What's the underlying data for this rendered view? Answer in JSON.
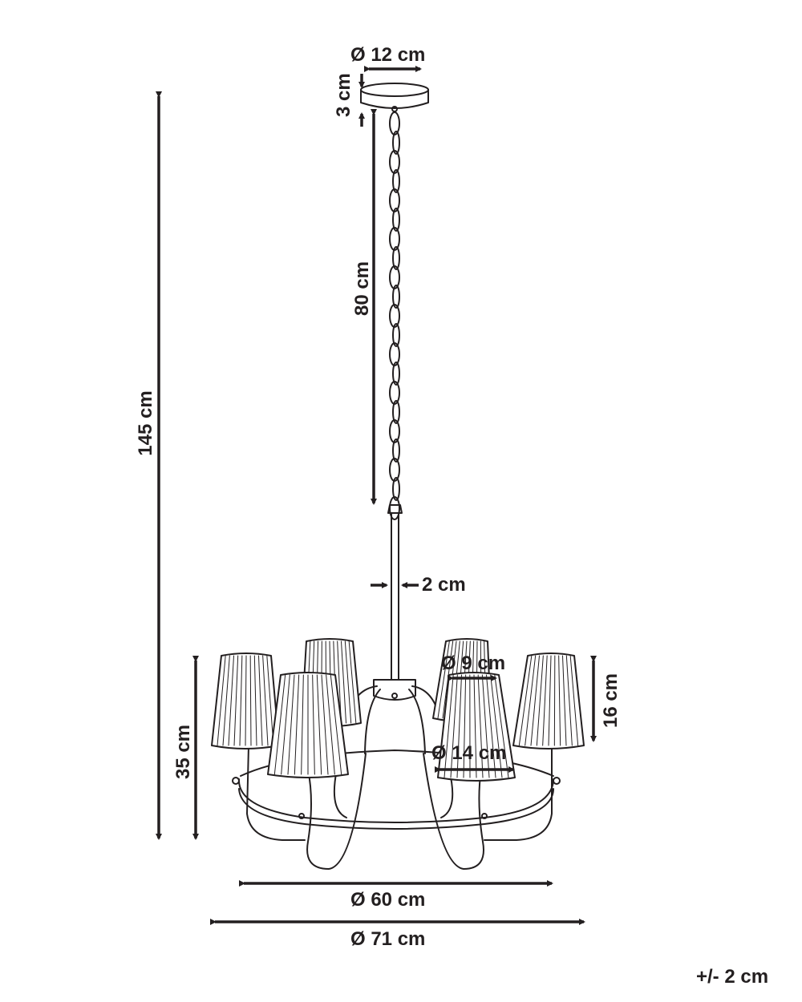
{
  "diagram": {
    "dimensions": {
      "canopy_diameter": "Ø 12 cm",
      "canopy_height": "3 cm",
      "chain_length": "80 cm",
      "total_height": "145 cm",
      "rod_diameter": "2 cm",
      "shade_top_diameter": "Ø 9 cm",
      "shade_height": "16 cm",
      "shade_bottom_diameter": "Ø 14 cm",
      "body_height": "35 cm",
      "ring_diameter": "Ø 60 cm",
      "overall_diameter": "Ø 71 cm"
    },
    "tolerance": "+/- 2 cm"
  },
  "colors": {
    "ink": "#231f20",
    "background": "#ffffff"
  }
}
